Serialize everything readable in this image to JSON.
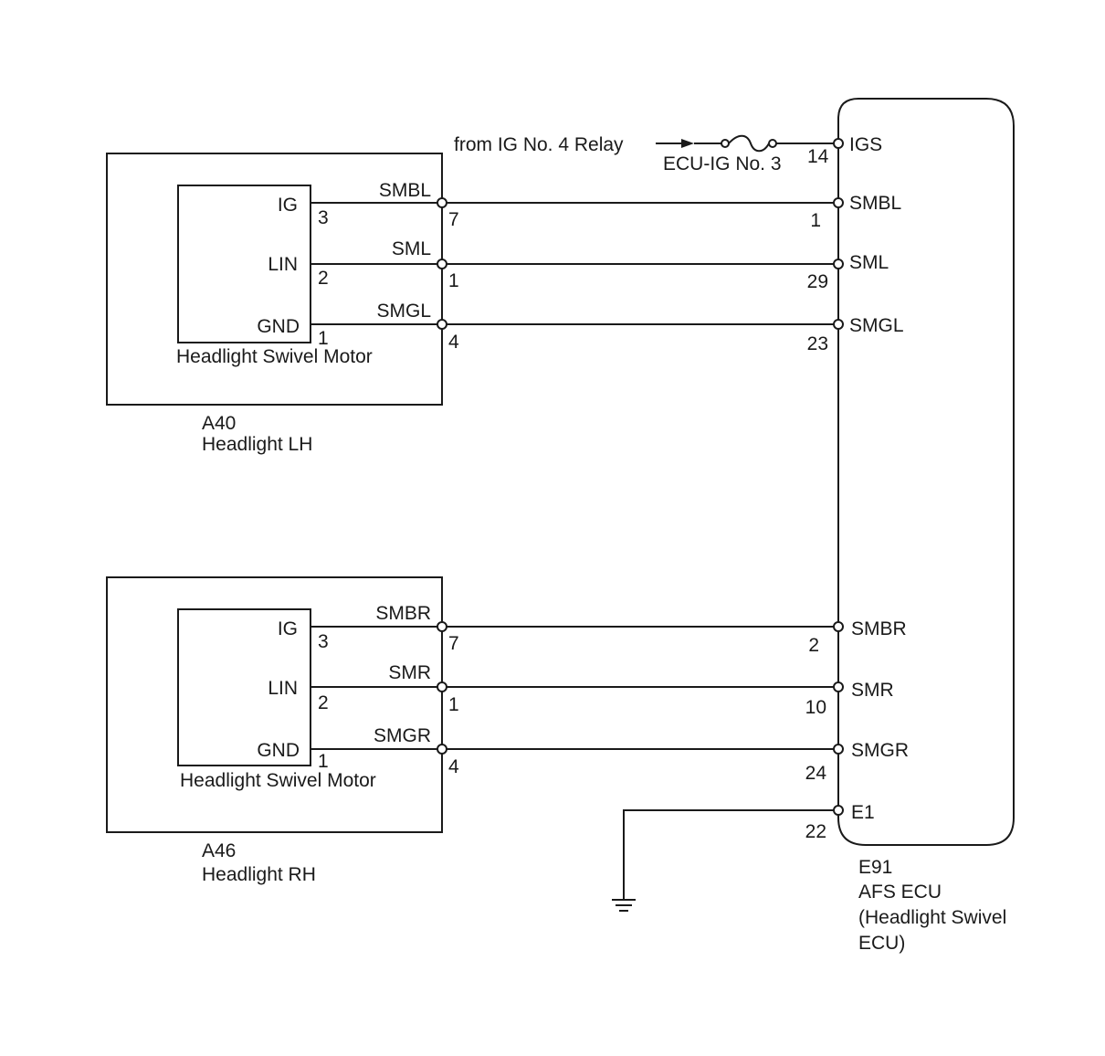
{
  "relay": {
    "source_label": "from IG No. 4 Relay",
    "fuse_label": "ECU-IG No. 3"
  },
  "ecu": {
    "code": "E91",
    "name": "AFS ECU",
    "desc_line1": "(Headlight Swivel",
    "desc_line2": "ECU)",
    "pins": {
      "igs": {
        "name": "IGS",
        "num": "14"
      },
      "smbl": {
        "name": "SMBL",
        "num": "1"
      },
      "sml": {
        "name": "SML",
        "num": "29"
      },
      "smgl": {
        "name": "SMGL",
        "num": "23"
      },
      "smbr": {
        "name": "SMBR",
        "num": "2"
      },
      "smr": {
        "name": "SMR",
        "num": "10"
      },
      "smgr": {
        "name": "SMGR",
        "num": "24"
      },
      "e1": {
        "name": "E1",
        "num": "22"
      }
    }
  },
  "lh": {
    "code": "A40",
    "name": "Headlight LH",
    "motor": "Headlight Swivel Motor",
    "pins": {
      "ig": {
        "label": "IG",
        "num": "3"
      },
      "lin": {
        "label": "LIN",
        "num": "2"
      },
      "gnd": {
        "label": "GND",
        "num": "1"
      }
    },
    "wires": {
      "b": {
        "label": "SMBL",
        "num": "7"
      },
      "l": {
        "label": "SML",
        "num": "1"
      },
      "g": {
        "label": "SMGL",
        "num": "4"
      }
    }
  },
  "rh": {
    "code": "A46",
    "name": "Headlight RH",
    "motor": "Headlight Swivel Motor",
    "pins": {
      "ig": {
        "label": "IG",
        "num": "3"
      },
      "lin": {
        "label": "LIN",
        "num": "2"
      },
      "gnd": {
        "label": "GND",
        "num": "1"
      }
    },
    "wires": {
      "b": {
        "label": "SMBR",
        "num": "7"
      },
      "l": {
        "label": "SMR",
        "num": "1"
      },
      "g": {
        "label": "SMGR",
        "num": "4"
      }
    }
  }
}
